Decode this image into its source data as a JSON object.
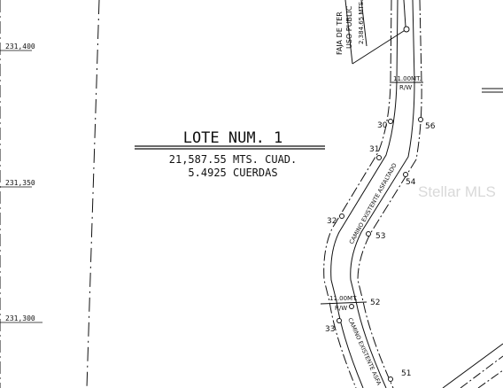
{
  "lot": {
    "title": "LOTE NUM. 1",
    "area_m2": "21,587.55 MTS. CUAD.",
    "area_cuerdas": "5.4925 CUERDAS"
  },
  "grid": {
    "coords": [
      "231,400",
      "231,350",
      "231,300"
    ]
  },
  "road": {
    "label": "CAMINO EXISTENTE ASFALTADO",
    "label_lower": "CAMINO EXISTENTE ASFA",
    "width_label": "11.00MT.",
    "rw_label": "R/W"
  },
  "easement": {
    "line1": "FAJA DE TER",
    "line2": "USO PUBLIC",
    "line3": "2,384.65 MTS."
  },
  "points": {
    "left": [
      "30",
      "31",
      "32",
      "33"
    ],
    "right": [
      "56",
      "54",
      "53",
      "52",
      "51"
    ]
  },
  "watermark": "Stellar MLS",
  "colors": {
    "line": "#111111",
    "watermark": "#d9d9d9"
  }
}
